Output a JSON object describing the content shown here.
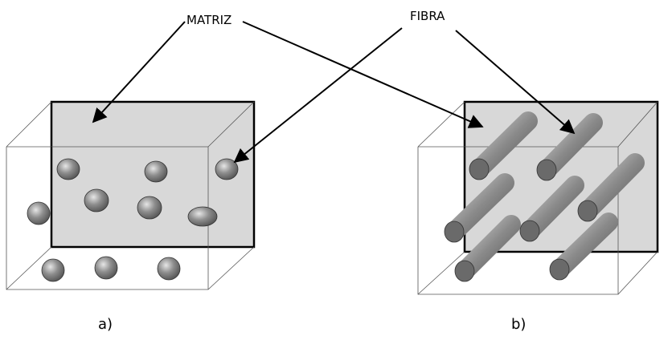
{
  "labels": {
    "matrix": "MATRIZ",
    "fiber": "FIBRA"
  },
  "captions": {
    "a": "a)",
    "b": "b)"
  }
}
